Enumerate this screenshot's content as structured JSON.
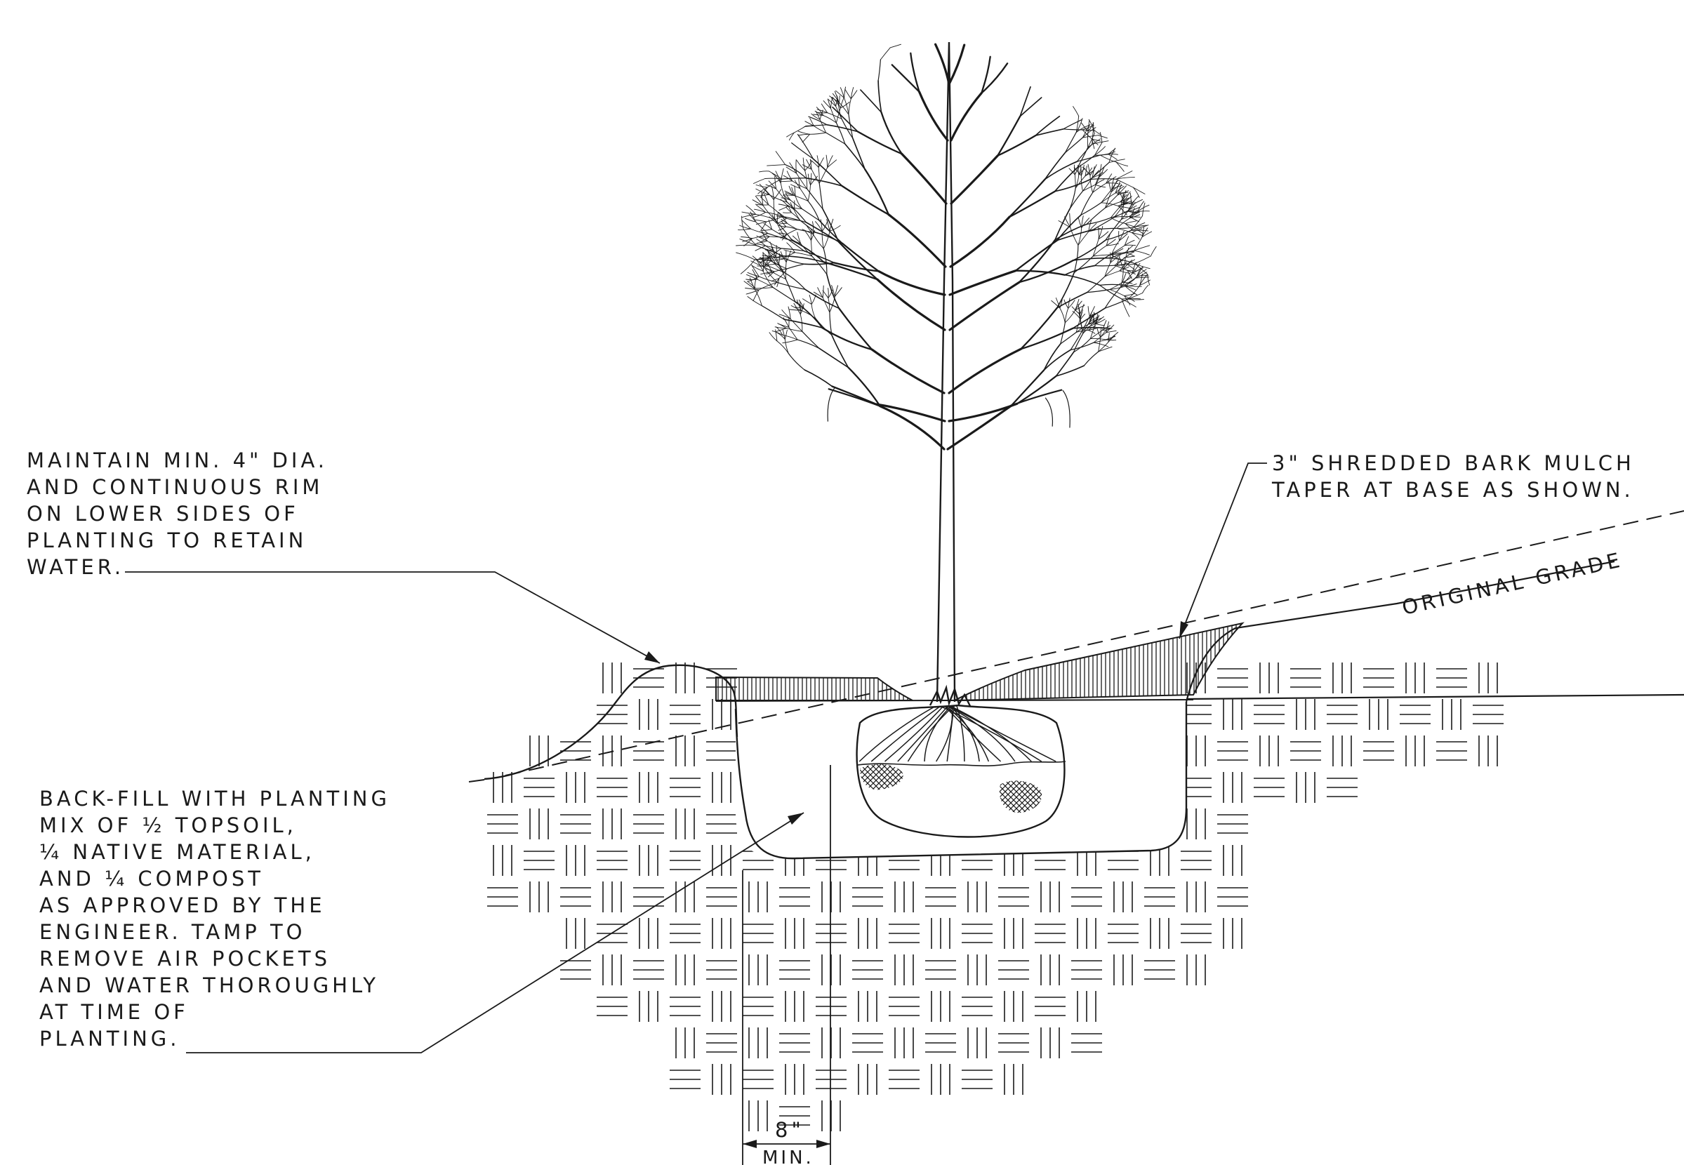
{
  "labels": {
    "rim_note": {
      "lines": [
        "MAINTAIN MIN. 4\" DIA.",
        "AND CONTINUOUS RIM",
        "ON LOWER SIDES OF",
        "PLANTING TO RETAIN",
        "WATER."
      ]
    },
    "mulch_note": {
      "lines": [
        "3\" SHREDDED BARK MULCH",
        "TAPER AT BASE AS SHOWN."
      ]
    },
    "grade_label": "ORIGINAL GRADE",
    "backfill_note": {
      "lines": [
        "BACK-FILL WITH PLANTING",
        "MIX OF ½ TOPSOIL,",
        "¼ NATIVE MATERIAL,",
        "AND ¼ COMPOST",
        "AS APPROVED BY THE",
        "ENGINEER. TAMP TO",
        "REMOVE AIR POCKETS",
        "AND WATER THOROUGHLY",
        "AT TIME OF",
        "PLANTING."
      ]
    },
    "dimension": {
      "value": "8\"",
      "qualifier": "MIN."
    }
  },
  "colors": {
    "line": "#1a1a1a",
    "background": "#ffffff"
  }
}
